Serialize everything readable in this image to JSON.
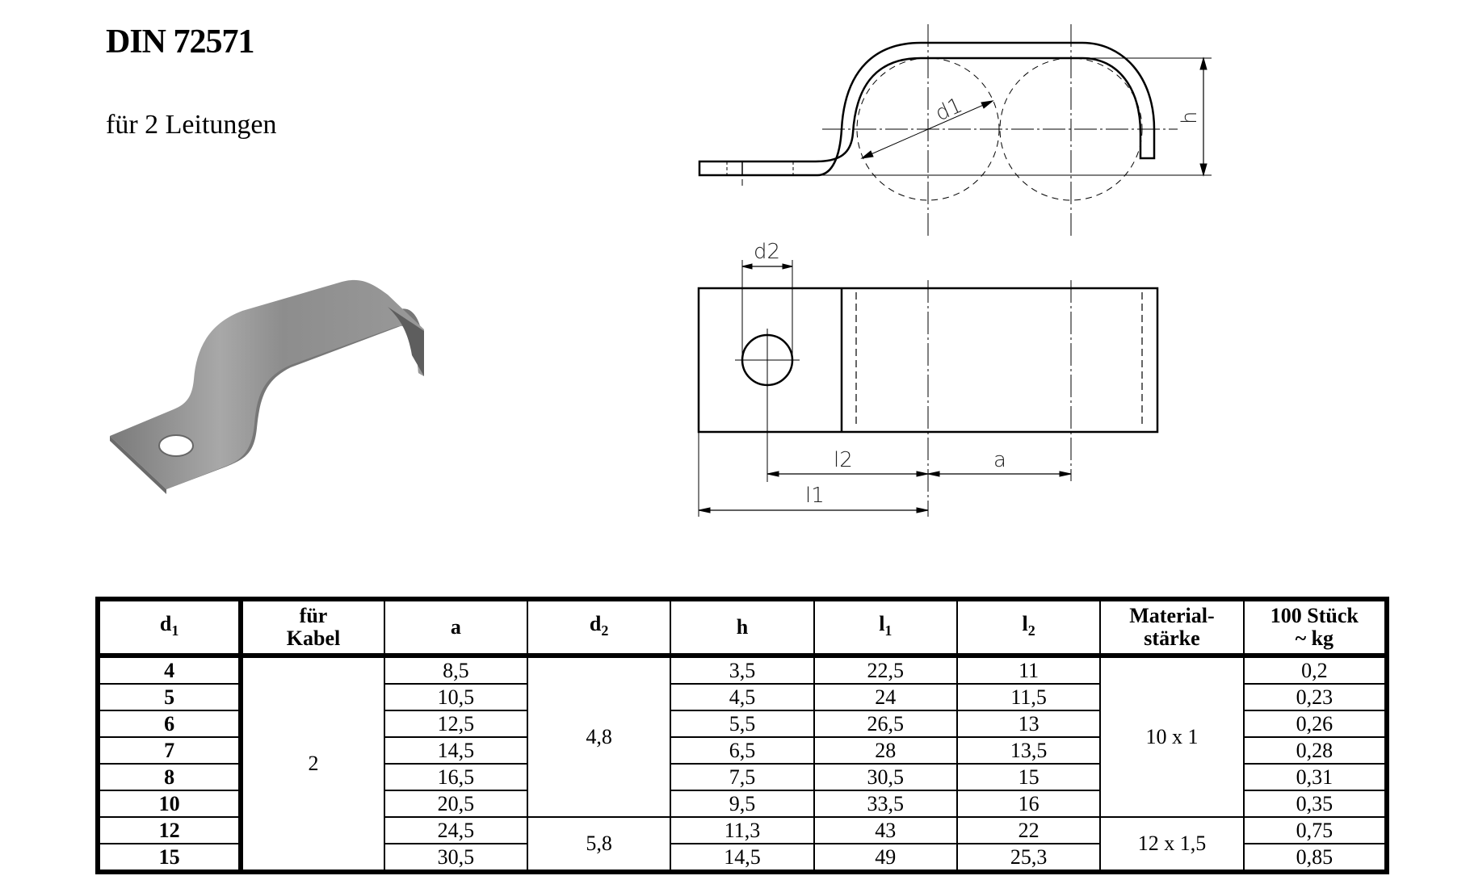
{
  "header": {
    "title": "DIN 72571",
    "subtitle": "für 2 Leitungen"
  },
  "drawing": {
    "labels": {
      "d1": "d1",
      "h": "h",
      "d2": "d2",
      "l2": "l2",
      "a": "a",
      "l1": "l1"
    },
    "part_color": "#8c8c8c"
  },
  "table": {
    "headers": [
      {
        "main": "d",
        "sub": "1"
      },
      {
        "main": "für Kabel",
        "sub": ""
      },
      {
        "main": "a",
        "sub": ""
      },
      {
        "main": "d",
        "sub": "2"
      },
      {
        "main": "h",
        "sub": ""
      },
      {
        "main": "l",
        "sub": "1"
      },
      {
        "main": "l",
        "sub": "2"
      },
      {
        "main": "Material-stärke",
        "sub": ""
      },
      {
        "main": "100 Stück ~ kg",
        "sub": ""
      }
    ],
    "header_lines": {
      "kabel_1": "für",
      "kabel_2": "Kabel",
      "mat_1": "Material-",
      "mat_2": "stärke",
      "kg_1": "100 Stück",
      "kg_2": "~ kg"
    },
    "fuer_kabel": "2",
    "d2_groups": [
      "4,8",
      "5,8"
    ],
    "material_groups": [
      "10 x 1",
      "12 x 1,5"
    ],
    "rows": [
      {
        "d1": "4",
        "a": "8,5",
        "h": "3,5",
        "l1": "22,5",
        "l2": "11",
        "kg": "0,2"
      },
      {
        "d1": "5",
        "a": "10,5",
        "h": "4,5",
        "l1": "24",
        "l2": "11,5",
        "kg": "0,23"
      },
      {
        "d1": "6",
        "a": "12,5",
        "h": "5,5",
        "l1": "26,5",
        "l2": "13",
        "kg": "0,26"
      },
      {
        "d1": "7",
        "a": "14,5",
        "h": "6,5",
        "l1": "28",
        "l2": "13,5",
        "kg": "0,28"
      },
      {
        "d1": "8",
        "a": "16,5",
        "h": "7,5",
        "l1": "30,5",
        "l2": "15",
        "kg": "0,31"
      },
      {
        "d1": "10",
        "a": "20,5",
        "h": "9,5",
        "l1": "33,5",
        "l2": "16",
        "kg": "0,35"
      },
      {
        "d1": "12",
        "a": "24,5",
        "h": "11,3",
        "l1": "43",
        "l2": "22",
        "kg": "0,75"
      },
      {
        "d1": "15",
        "a": "30,5",
        "h": "14,5",
        "l1": "49",
        "l2": "25,3",
        "kg": "0,85"
      }
    ]
  }
}
